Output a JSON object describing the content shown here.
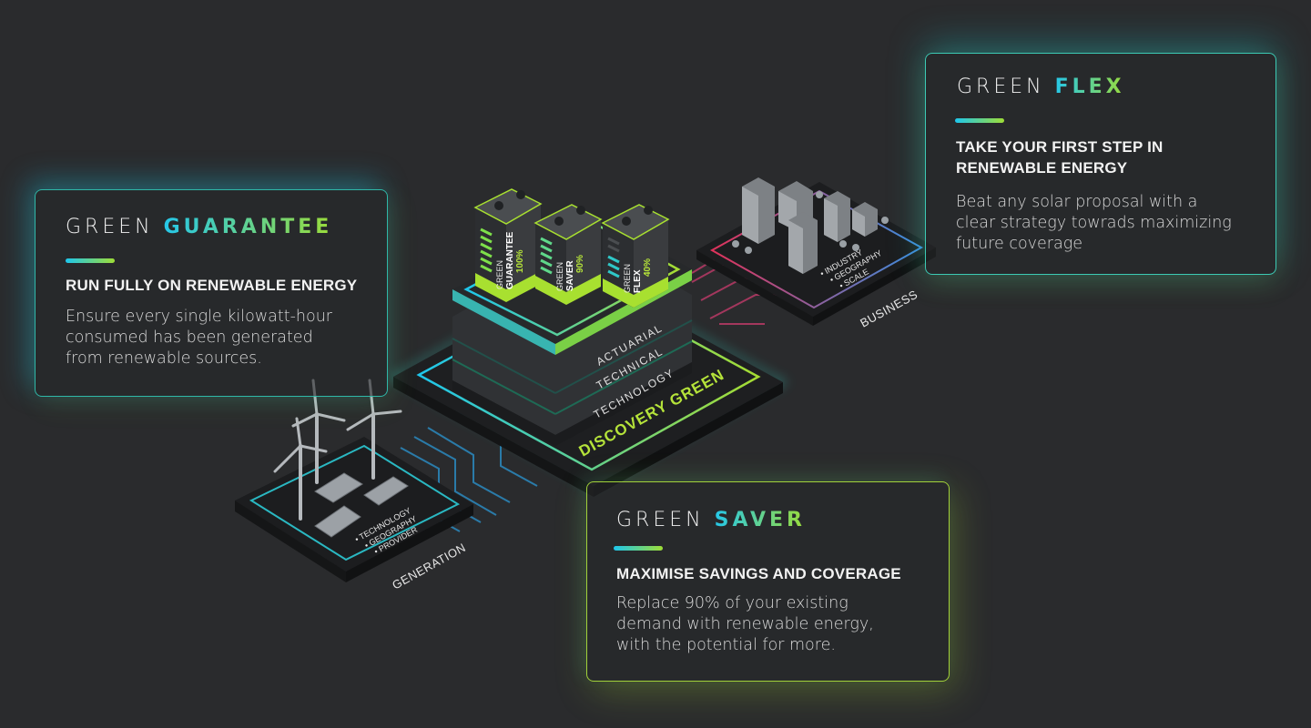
{
  "cards": {
    "guarantee": {
      "title_a": "GREEN",
      "title_b": "GUARANTEE",
      "heading": "RUN FULLY ON RENEWABLE ENERGY",
      "body_lines": [
        "Ensure every single kilowatt-hour",
        "consumed has been generated",
        "from renewable sources."
      ]
    },
    "flex": {
      "title_a": "GREEN",
      "title_b": "FLEX",
      "heading_lines": [
        "TAKE YOUR FIRST STEP IN",
        "RENEWABLE ENERGY"
      ],
      "body_lines": [
        "Beat any solar proposal with a",
        "clear strategy towrads maximizing",
        "future coverage"
      ]
    },
    "saver": {
      "title_a": "GREEN",
      "title_b": "SAVER",
      "heading": "MAXIMISE SAVINGS AND COVERAGE",
      "body_lines": [
        "Replace 90% of your existing",
        "demand with renewable energy,",
        "with the potential for more."
      ]
    }
  },
  "platform": {
    "layers": [
      "ACTUARIAL",
      "TECHNICAL",
      "TECHNOLOGY"
    ],
    "name": "DISCOVERY GREEN"
  },
  "batteries": [
    {
      "word": "GREEN",
      "name": "GUARANTEE",
      "percent": "100%"
    },
    {
      "word": "GREEN",
      "name": "SAVER",
      "percent": "90%"
    },
    {
      "word": "GREEN",
      "name": "FLEX",
      "percent": "40%"
    }
  ],
  "business": {
    "label": "BUSINESS",
    "bullets": [
      "• INDUSTRY",
      "• GEOGRAPHY",
      "• SCALE"
    ]
  },
  "generation": {
    "label": "GENERATION",
    "bullets": [
      "• TECHNOLOGY",
      "• GEOGRAPHY",
      "• PROVIDER"
    ]
  },
  "colors": {
    "background": "#2a2b2d",
    "cyan": "#1ec6ec",
    "lime": "#9edd36",
    "pink": "#e0325a",
    "accent_text": "#b5e33a"
  }
}
